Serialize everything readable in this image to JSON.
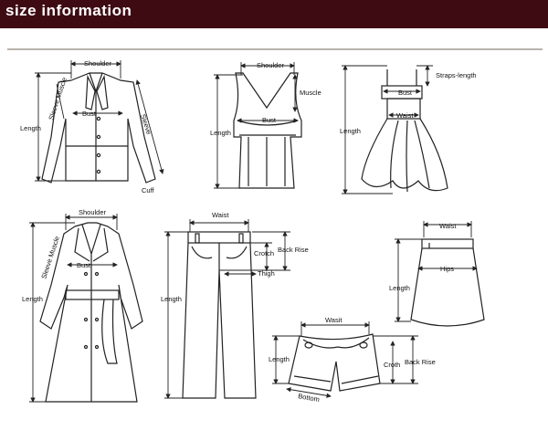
{
  "header": {
    "title": "size  information"
  },
  "shirt": {
    "shoulder": "Shoulder",
    "sleeve_muscle": "Sleeve Muscle",
    "bust": "Bust",
    "sleeve": "Sleeve",
    "length": "Length",
    "cuff": "Cuff"
  },
  "tank": {
    "shoulder": "Shoulder",
    "muscle": "Muscle",
    "bust": "Bust",
    "length": "Length"
  },
  "dress": {
    "straps_length": "Straps-length",
    "bust": "Bust",
    "waist": "Waist",
    "length": "Length"
  },
  "coat": {
    "shoulder": "Shoulder",
    "sleeve_muscle": "Sleeve Muscle",
    "bust": "Bust",
    "length": "Length"
  },
  "pants": {
    "waist": "Waist",
    "crotch": "Crotch",
    "back_rise": "Back Rise",
    "thigh": "Thigh",
    "length": "Length"
  },
  "skirt": {
    "waist": "Waist",
    "hips": "Hips",
    "length": "Length"
  },
  "shorts": {
    "waist": "Wasit",
    "length": "Length",
    "crotch": "Croth",
    "back_rise": "Back Rise",
    "bottom": "Bottom"
  }
}
